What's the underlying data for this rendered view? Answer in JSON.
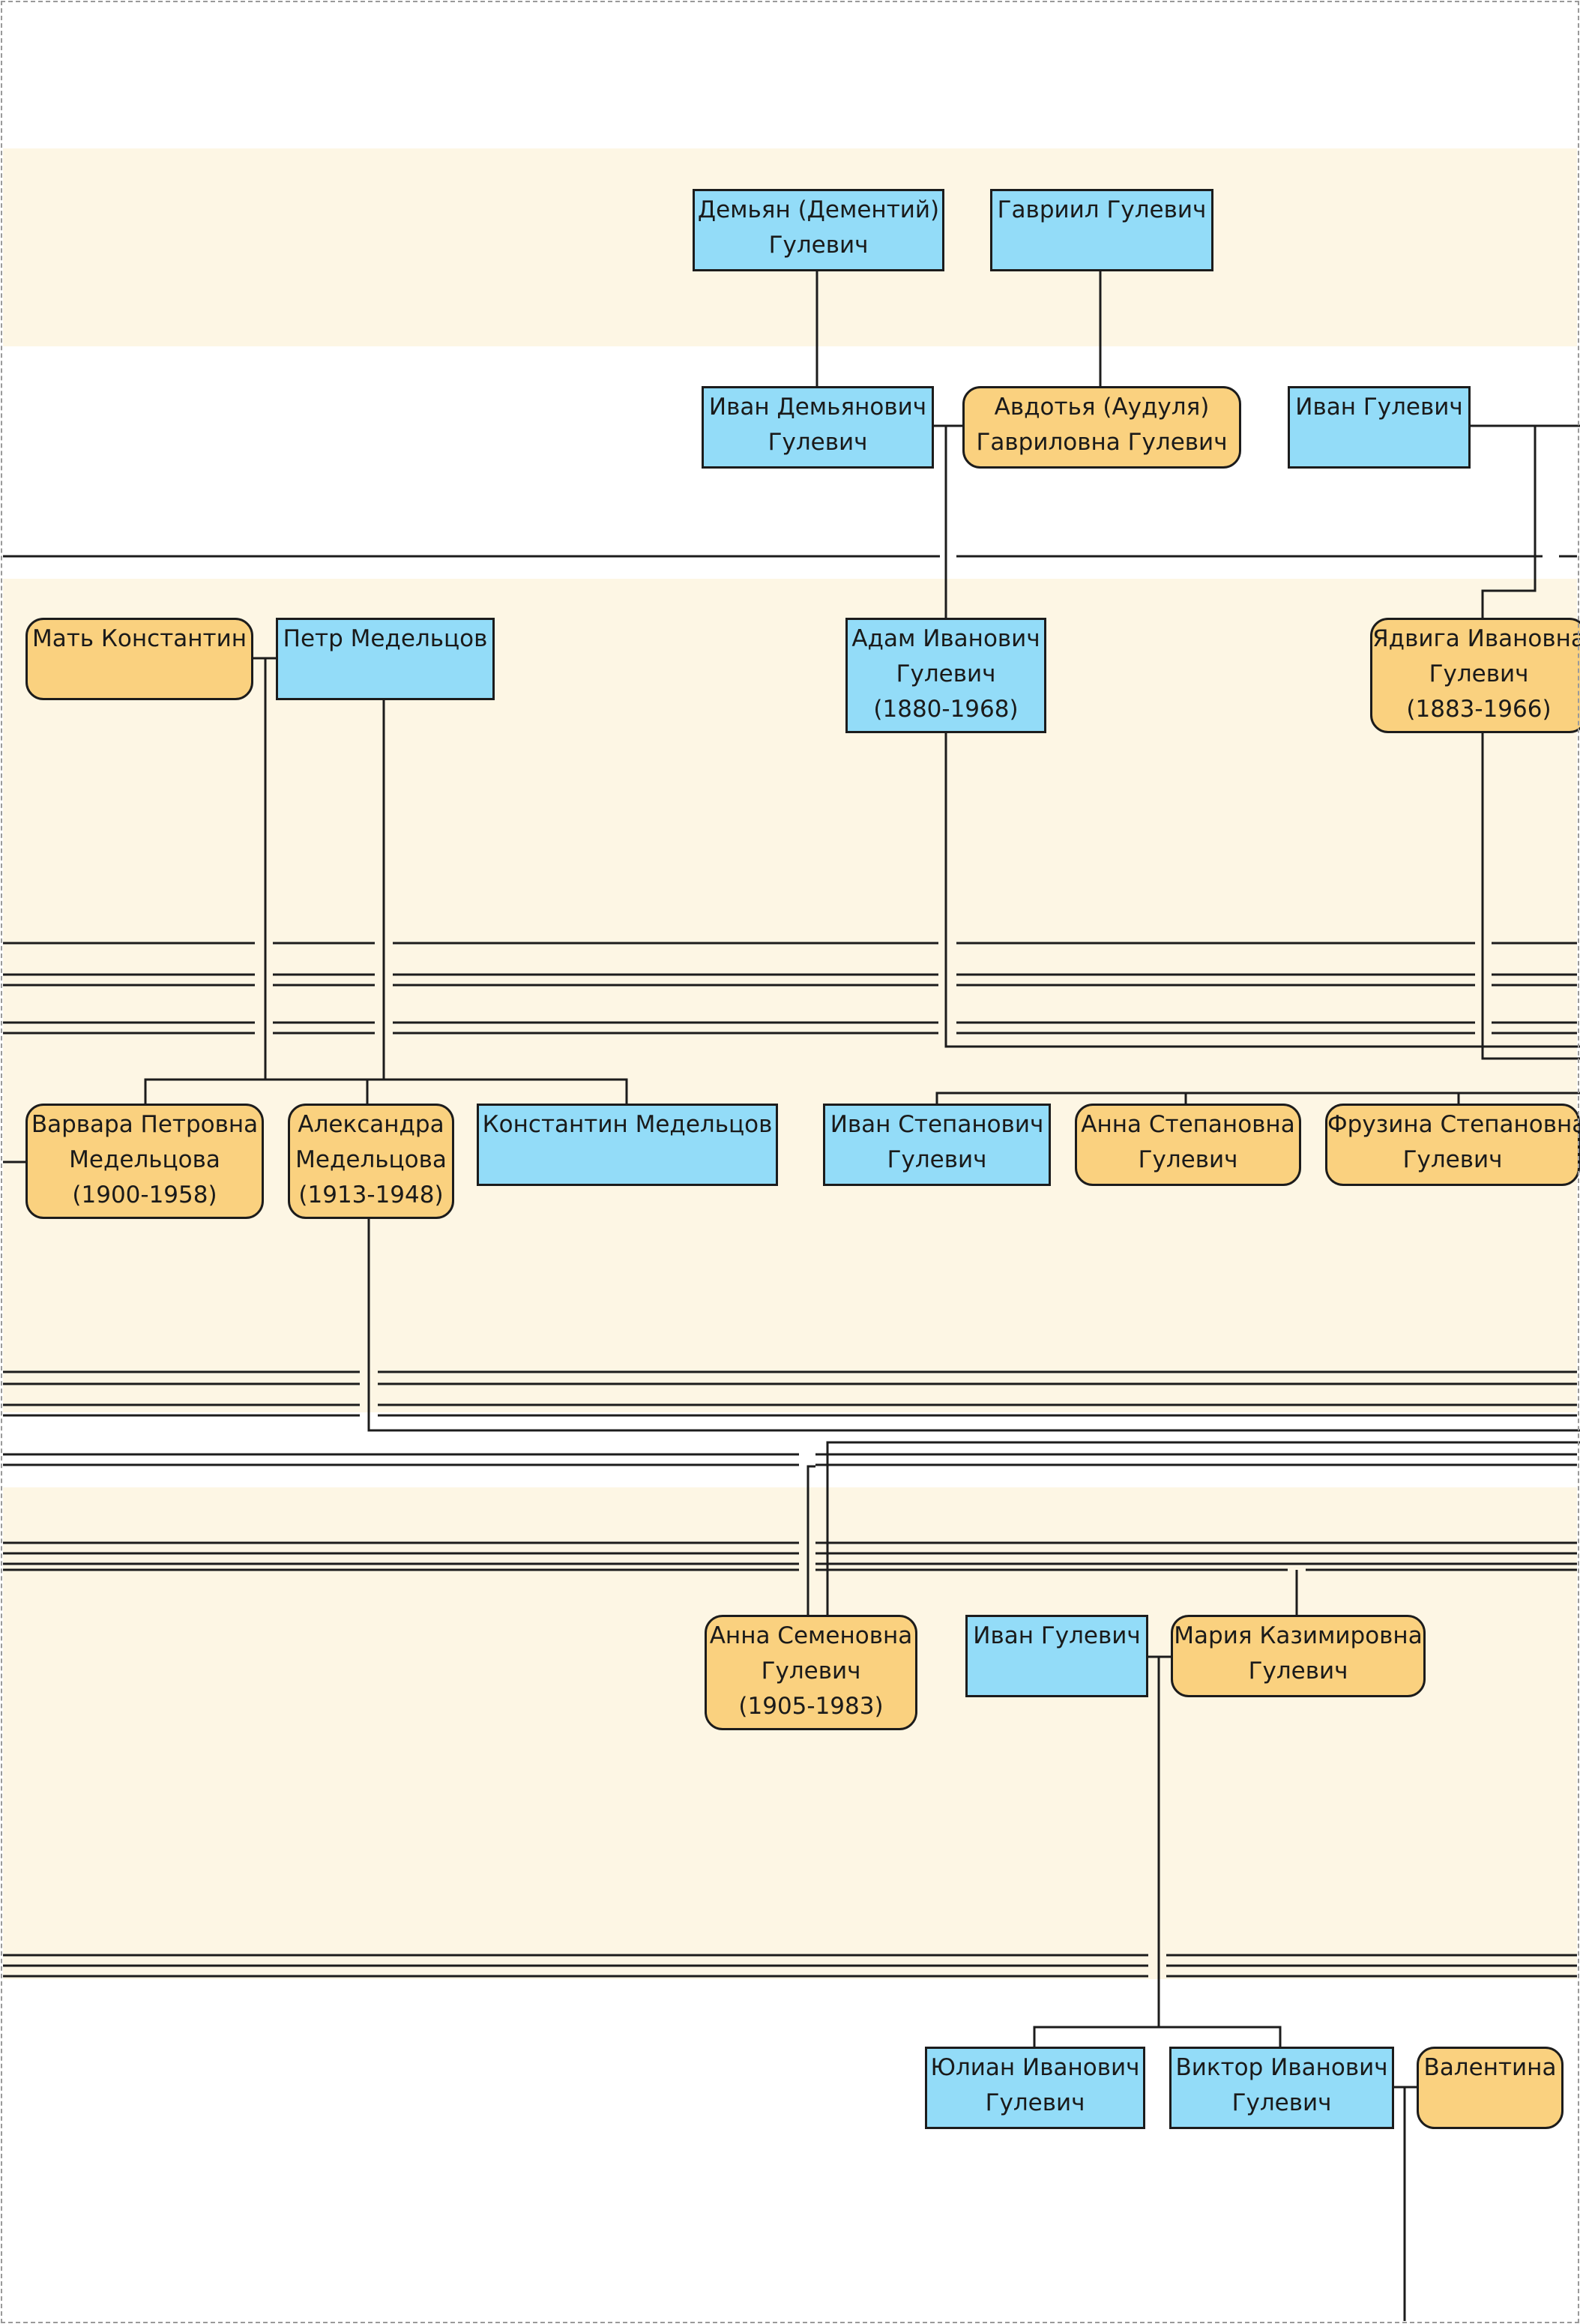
{
  "colors": {
    "male": "#93dcf8",
    "female": "#fad17f",
    "band": "#fdf6e4",
    "line": "#1c1c1c"
  },
  "people": {
    "demyan": {
      "line1": "Демьян (Дементий)",
      "line2": "Гулевич",
      "gender": "male"
    },
    "gavriil": {
      "line1": "Гавриил Гулевич",
      "gender": "male"
    },
    "ivan_d": {
      "line1": "Иван Демьянович",
      "line2": "Гулевич",
      "gender": "male"
    },
    "avdotya": {
      "line1": "Авдотья (Аудуля)",
      "line2": "Гавриловна Гулевич",
      "gender": "female"
    },
    "ivan_g1": {
      "line1": "Иван Гулевич",
      "gender": "male"
    },
    "mat": {
      "line1": "Мать Константин",
      "gender": "female"
    },
    "petr": {
      "line1": "Петр Медельцов",
      "gender": "male"
    },
    "adam": {
      "line1": "Адам Иванович",
      "line2": "Гулевич",
      "line3": "(1880-1968)",
      "gender": "male"
    },
    "yadviga": {
      "line1": "Ядвига Ивановна",
      "line2": "Гулевич",
      "line3": "(1883-1966)",
      "gender": "female"
    },
    "varvara": {
      "line1": "Варвара Петровна",
      "line2": "Медельцова",
      "line3": "(1900-1958)",
      "gender": "female"
    },
    "alexandra": {
      "line1": "Александра",
      "line2": "Медельцова",
      "line3": "(1913-1948)",
      "gender": "female"
    },
    "konstantin": {
      "line1": "Константин Медельцов",
      "gender": "male"
    },
    "ivan_st": {
      "line1": "Иван Степанович",
      "line2": "Гулевич",
      "gender": "male"
    },
    "anna_st": {
      "line1": "Анна Степановна",
      "line2": "Гулевич",
      "gender": "female"
    },
    "fruzina": {
      "line1": "Фрузина Степановна",
      "line2": "Гулевич",
      "gender": "female"
    },
    "anna_sem": {
      "line1": "Анна Семеновна",
      "line2": "Гулевич",
      "line3": "(1905-1983)",
      "gender": "female"
    },
    "ivan_g2": {
      "line1": "Иван Гулевич",
      "gender": "male"
    },
    "maria": {
      "line1": "Мария Казимировна",
      "line2": "Гулевич",
      "gender": "female"
    },
    "yulian": {
      "line1": "Юлиан Иванович",
      "line2": "Гулевич",
      "gender": "male"
    },
    "viktor": {
      "line1": "Виктор Иванович",
      "line2": "Гулевич",
      "gender": "male"
    },
    "valentina": {
      "line1": "Валентина",
      "gender": "female"
    }
  }
}
